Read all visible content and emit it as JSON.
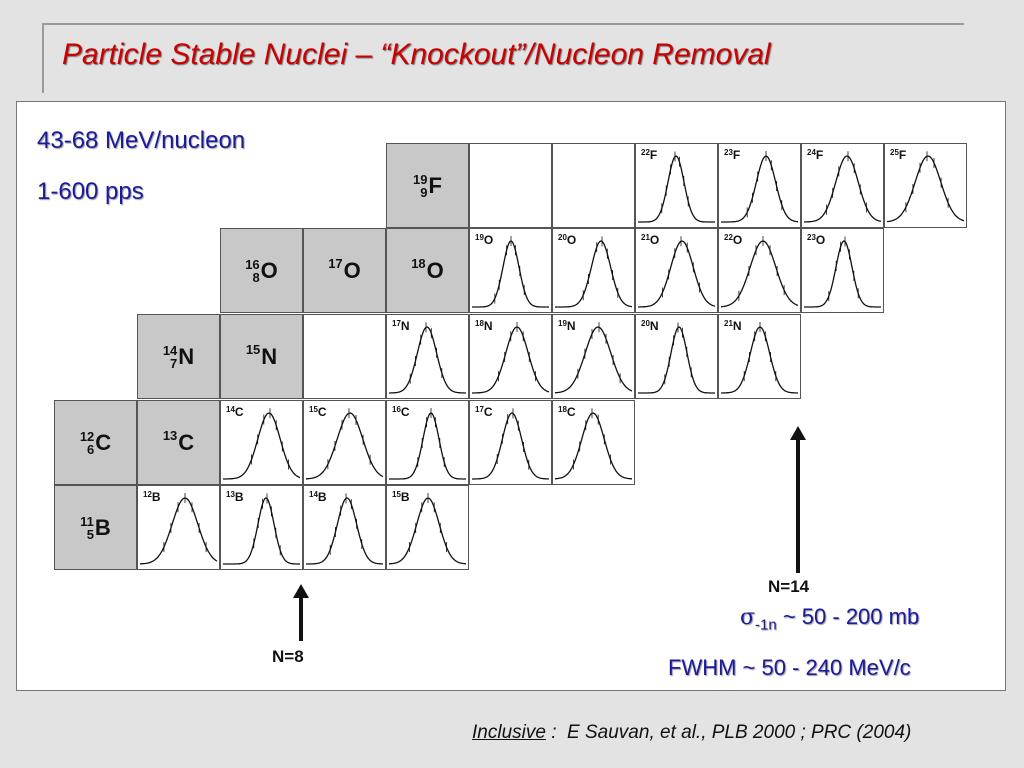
{
  "title": "Particle Stable Nuclei – “Knockout”/Nucleon Removal",
  "info": {
    "energy": "43-68 MeV/nucleon",
    "rate": "1-600 pps"
  },
  "projectiles": [
    {
      "id": "F19",
      "mass": "19",
      "z": "9",
      "element": "F"
    },
    {
      "id": "O16",
      "mass": "16",
      "z": "8",
      "element": "O"
    },
    {
      "id": "O17",
      "mass": "17",
      "z": "",
      "element": "O"
    },
    {
      "id": "O18",
      "mass": "18",
      "z": "",
      "element": "O"
    },
    {
      "id": "N14",
      "mass": "14",
      "z": "7",
      "element": "N"
    },
    {
      "id": "N15",
      "mass": "15",
      "z": "",
      "element": "N"
    },
    {
      "id": "C12",
      "mass": "12",
      "z": "6",
      "element": "C"
    },
    {
      "id": "C13",
      "mass": "13",
      "z": "",
      "element": "C"
    },
    {
      "id": "B11",
      "mass": "11",
      "z": "5",
      "element": "B"
    }
  ],
  "distributions": [
    {
      "mass": "22",
      "element": "F"
    },
    {
      "mass": "23",
      "element": "F"
    },
    {
      "mass": "24",
      "element": "F"
    },
    {
      "mass": "25",
      "element": "F"
    },
    {
      "mass": "19",
      "element": "O"
    },
    {
      "mass": "20",
      "element": "O"
    },
    {
      "mass": "21",
      "element": "O"
    },
    {
      "mass": "22",
      "element": "O"
    },
    {
      "mass": "23",
      "element": "O"
    },
    {
      "mass": "17",
      "element": "N"
    },
    {
      "mass": "18",
      "element": "N"
    },
    {
      "mass": "19",
      "element": "N"
    },
    {
      "mass": "20",
      "element": "N"
    },
    {
      "mass": "21",
      "element": "N"
    },
    {
      "mass": "14",
      "element": "C"
    },
    {
      "mass": "15",
      "element": "C"
    },
    {
      "mass": "16",
      "element": "C"
    },
    {
      "mass": "17",
      "element": "C"
    },
    {
      "mass": "18",
      "element": "C"
    },
    {
      "mass": "12",
      "element": "B"
    },
    {
      "mass": "13",
      "element": "B"
    },
    {
      "mass": "14",
      "element": "B"
    },
    {
      "mass": "15",
      "element": "B"
    }
  ],
  "arrows": {
    "n8": "N=8",
    "n14": "N=14"
  },
  "cross_section": {
    "symbol": "σ",
    "subscript": "-1n",
    "text": " ~ 50 - 200 mb"
  },
  "fwhm": "FWHM ~ 50 - 240 MeV/c",
  "footer": {
    "label": "Inclusive",
    "separator": " :  ",
    "ref": "E Sauvan, et al., PLB 2000 ; PRC (2004)"
  }
}
